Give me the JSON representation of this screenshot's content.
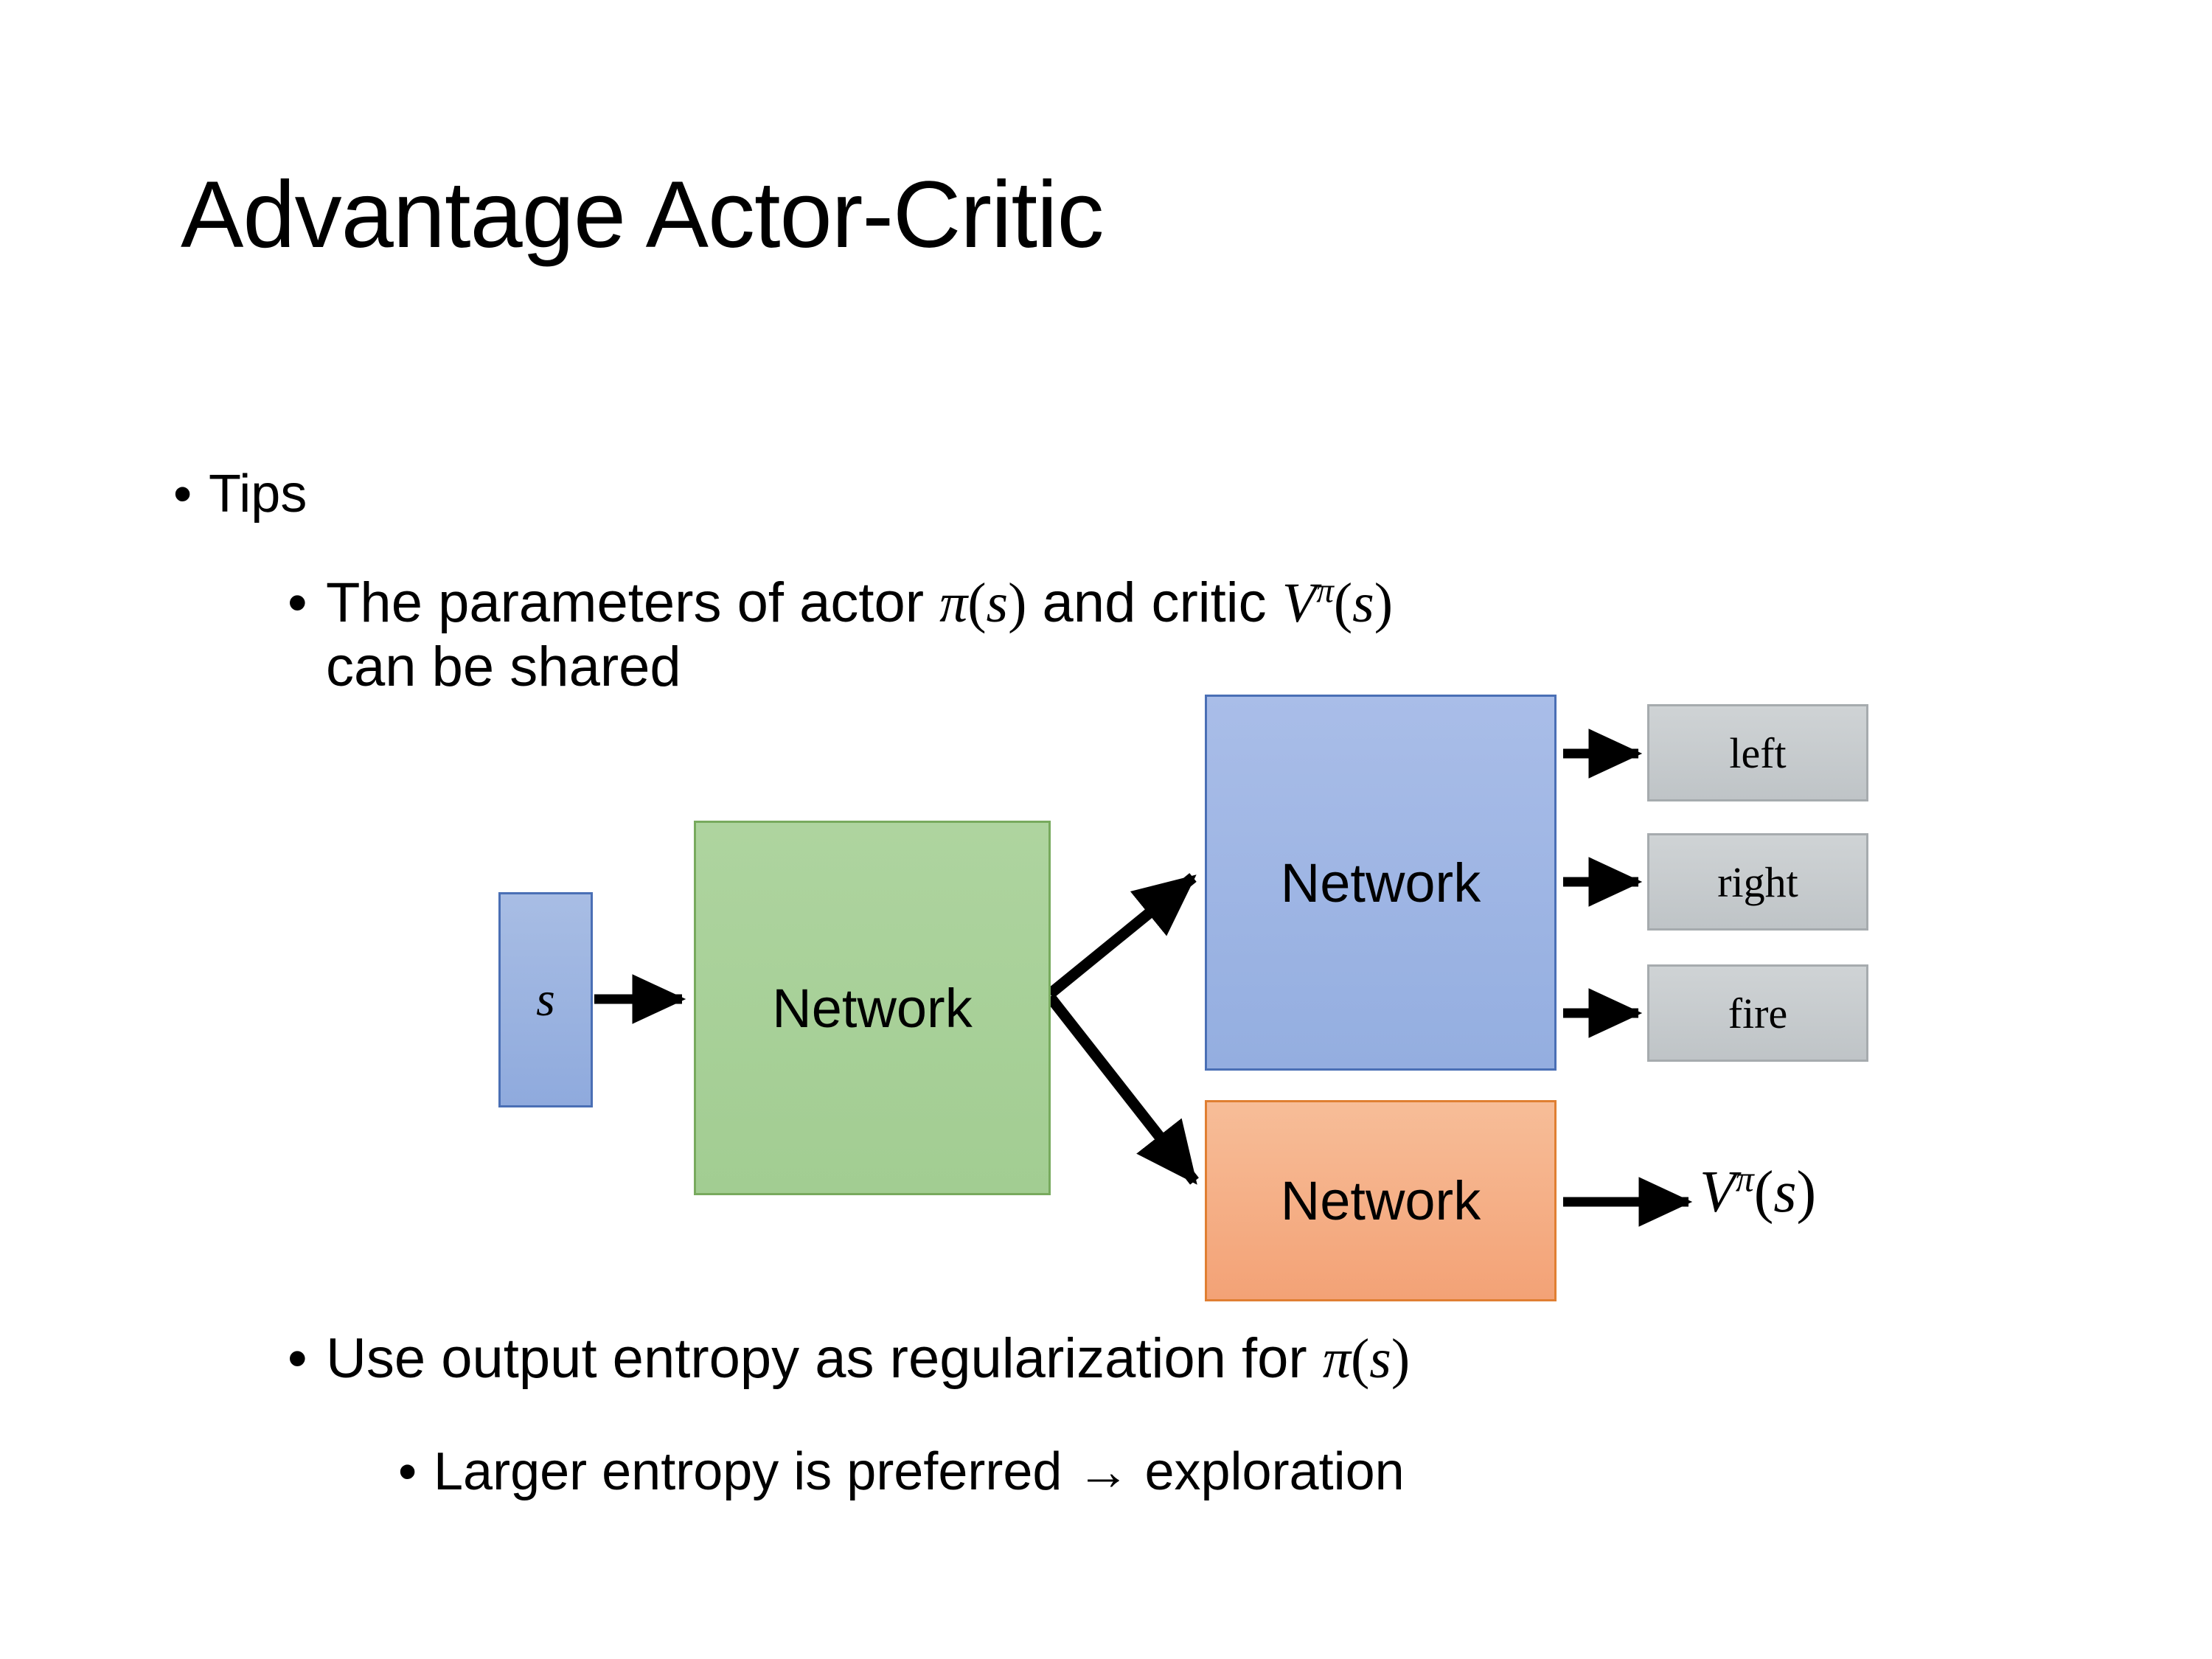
{
  "slide": {
    "title": "Advantage Actor-Critic",
    "bullets": {
      "tips": "Tips",
      "params_pre": "The parameters of actor ",
      "params_pi": "π",
      "params_paren_open": "(",
      "params_s": "s",
      "params_paren_close": ")",
      "params_mid": "  and critic ",
      "params_V": "V",
      "params_V_sup": "π",
      "params_V_open": "(",
      "params_V_s": "s",
      "params_V_close": ")",
      "params_tail": "can be shared",
      "entropy_pre": "Use output entropy as regularization for ",
      "entropy_pi": "π",
      "entropy_open": "(",
      "entropy_s": "s",
      "entropy_close": ")",
      "larger": "Larger entropy is preferred → exploration",
      "dot": "•"
    }
  },
  "diagram": {
    "state_label": "s",
    "shared_network_label": "Network",
    "actor_network_label": "Network",
    "critic_network_label": "Network",
    "actions": [
      {
        "label": "left"
      },
      {
        "label": "right"
      },
      {
        "label": "fire"
      }
    ],
    "value_output": {
      "symbol": "V",
      "superscript": "π",
      "paren_open": "(",
      "arg": "s",
      "paren_close": ")"
    },
    "colors": {
      "state_fill": "#8faadd",
      "state_border": "#4a6fb5",
      "shared_fill": "#a2cd92",
      "shared_border": "#78aa5e",
      "actor_fill": "#94aee0",
      "actor_border": "#4a6fb5",
      "critic_fill": "#f3a276",
      "critic_border": "#e07f32",
      "action_fill": "#bfc4c7",
      "action_border": "#a6abae",
      "arrow": "#000000",
      "background": "#ffffff"
    }
  }
}
